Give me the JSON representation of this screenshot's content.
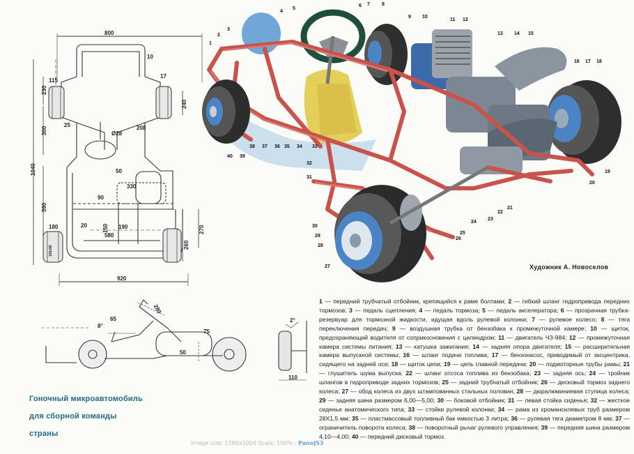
{
  "dimensions": {
    "overall_width": "800",
    "top_10": "10",
    "top_17": "17",
    "height_240": "240",
    "left_230": "230",
    "left_115": "115",
    "left_300": "300",
    "left_25": "25",
    "mid_208": "208",
    "mid_Ø28": "Ø28",
    "mid_50": "50",
    "mid_330": "330",
    "mid_90": "90",
    "left_1040": "1040",
    "left_590": "590",
    "bottom_180": "180",
    "bottom_20": "20",
    "bottom_150": "150",
    "bottom_190": "190",
    "bottom_580": "580",
    "right_270": "270",
    "right_260": "260",
    "wheel_tag": "150x90",
    "overall_length": "920"
  },
  "side_view": {
    "d_280": "280",
    "d_65": "65",
    "d_8deg": "8°",
    "d_75": "75",
    "d_50": "50",
    "d_2deg": "2°",
    "d_110": "110"
  },
  "callouts": [
    "1",
    "2",
    "3",
    "4",
    "5",
    "6",
    "7",
    "8",
    "9",
    "10",
    "11",
    "12",
    "13",
    "14",
    "15",
    "16",
    "17",
    "18",
    "19",
    "20",
    "21",
    "22",
    "23",
    "24",
    "25",
    "26",
    "27",
    "28",
    "29",
    "30",
    "31",
    "32",
    "33",
    "34",
    "35",
    "36",
    "37",
    "38",
    "39",
    "40"
  ],
  "artist": "Художник А. Новоселов",
  "legend": [
    {
      "n": "1",
      "t": " — передний трубчатый отбойник, крепящийся к раме болтами; "
    },
    {
      "n": "2",
      "t": " — гибкий шланг гидропривода передних тормозов; "
    },
    {
      "n": "3",
      "t": " — педаль сцепления; "
    },
    {
      "n": "4",
      "t": " — педаль тормоза; "
    },
    {
      "n": "5",
      "t": " — педаль акселератора; "
    },
    {
      "n": "6",
      "t": " — прозрачная трубка-резервуар для тормозной жидкости, идущая вдоль рулевой колонки; "
    },
    {
      "n": "7",
      "t": " — рулевое колесо; "
    },
    {
      "n": "8",
      "t": " — тяга переключения передач; "
    },
    {
      "n": "9",
      "t": " — воздушная трубка от бензобака к промежуточной камере; "
    },
    {
      "n": "10",
      "t": " — щиток, предохраняющий водителя от соприкосновения с цилиндром; "
    },
    {
      "n": "11",
      "t": " — двигатель ЧЗ-984; "
    },
    {
      "n": "12",
      "t": " — промежуточная камера системы питания; "
    },
    {
      "n": "13",
      "t": " — катушка зажигания; "
    },
    {
      "n": "14",
      "t": " — задняя опора двигателя; "
    },
    {
      "n": "15",
      "t": " — расширительная камера выпускной системы; "
    },
    {
      "n": "16",
      "t": " — шланг подачи топлива; "
    },
    {
      "n": "17",
      "t": " — бензонасос, приводимый от эксцентрика, сидящего на задней оси; "
    },
    {
      "n": "18",
      "t": " — щиток цепи; "
    },
    {
      "n": "19",
      "t": " — цепь главной передачи; "
    },
    {
      "n": "20",
      "t": " — подмоторные трубы рамы; "
    },
    {
      "n": "21",
      "t": " — глушитель шума выпуска; "
    },
    {
      "n": "22",
      "t": " — шланг отсоса топлива из бензобака; "
    },
    {
      "n": "23",
      "t": " — задняя ось; "
    },
    {
      "n": "24",
      "t": " — тройник шлангов в гидроприводе задних тормозов; "
    },
    {
      "n": "25",
      "t": " — задний трубчатый отбойник; "
    },
    {
      "n": "26",
      "t": " — дисковый тормоз заднего колеса; "
    },
    {
      "n": "27",
      "t": " — обод колеса из двух штампованных стальных половин; "
    },
    {
      "n": "28",
      "t": " — дюралюминиевая ступица колеса; "
    },
    {
      "n": "29",
      "t": " — задняя шина размером 6,00—5,00; "
    },
    {
      "n": "30",
      "t": " — боковой отбойник; "
    },
    {
      "n": "31",
      "t": " — левая стойка сиденья; "
    },
    {
      "n": "32",
      "t": " — жесткое сиденье анатомического типа; "
    },
    {
      "n": "33",
      "t": " — стойки рулевой колонки; "
    },
    {
      "n": "34",
      "t": " — рама из хромансилевых труб размером 28Х1,5 мм; "
    },
    {
      "n": "35",
      "t": " — пластмассовый топливный бак емкостью 3 литра; "
    },
    {
      "n": "36",
      "t": " — рулевая тяга диаметром 8 мм; "
    },
    {
      "n": "37",
      "t": " — ограничитель поворота колеса; "
    },
    {
      "n": "38",
      "t": " — поворотный рычаг рулевого управления; "
    },
    {
      "n": "39",
      "t": " — передняя шина размером 4,10—4,00; "
    },
    {
      "n": "40",
      "t": " — передний дисковый тормоз."
    }
  ],
  "caption": [
    "Гоночный микроавтомобиль",
    "для сборной команды",
    "страны"
  ],
  "footer": {
    "info": "Image size: 1280x1004 Scale: 100% - ",
    "brand": "PanoJS3"
  }
}
